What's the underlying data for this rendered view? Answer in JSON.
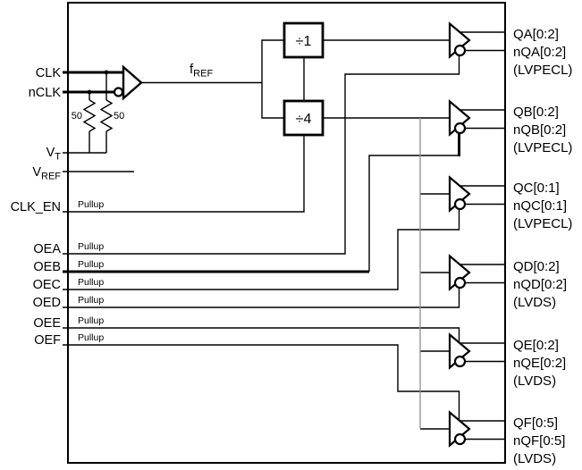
{
  "diagram": {
    "background": "#ffffff",
    "line_color": "#000000",
    "bus_line_color": "#8f8f8f",
    "pullup_label": "Pullup",
    "termination_resistor_value": "50",
    "inputs": {
      "clk": "CLK",
      "nclk": "nCLK",
      "vt_base": "V",
      "vt_sub": "T",
      "vref_base": "V",
      "vref_sub": "REF",
      "clk_en": "CLK_EN",
      "oe": [
        "OEA",
        "OEB",
        "OEC",
        "OED",
        "OEE",
        "OEF"
      ]
    },
    "internal": {
      "fref_base": "f",
      "fref_sub": "REF",
      "dividers": [
        "÷1",
        "÷4"
      ]
    },
    "outputs": [
      {
        "q": "QA[0:2]",
        "nq": "nQA[0:2]",
        "standard": "(LVPECL)"
      },
      {
        "q": "QB[0:2]",
        "nq": "nQB[0:2]",
        "standard": "(LVPECL)"
      },
      {
        "q": "QC[0:1]",
        "nq": "nQC[0:1]",
        "standard": "(LVPECL)"
      },
      {
        "q": "QD[0:2]",
        "nq": "nQD[0:2]",
        "standard": "(LVDS)"
      },
      {
        "q": "QE[0:2]",
        "nq": "nQE[0:2]",
        "standard": "(LVDS)"
      },
      {
        "q": "QF[0:5]",
        "nq": "nQF[0:5]",
        "standard": "(LVDS)"
      }
    ]
  }
}
